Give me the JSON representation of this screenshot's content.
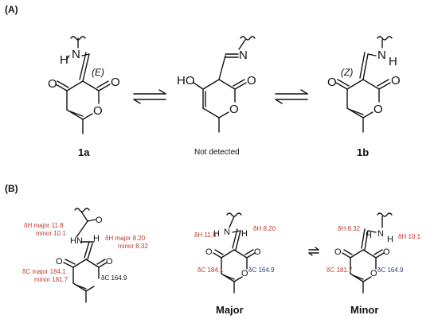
{
  "panel_a": {
    "label": "(A)",
    "structures": [
      {
        "atoms": [
          "N",
          "H",
          "O",
          "O",
          "O"
        ],
        "stereo_tag": "(E)",
        "compound_label": "1a"
      },
      {
        "atoms": [
          "HO",
          "N",
          "O",
          "O"
        ],
        "compound_label": "",
        "caption": "Not detected"
      },
      {
        "atoms": [
          "N",
          "H",
          "O",
          "O",
          "O"
        ],
        "stereo_tag": "(Z)",
        "compound_label": "1b"
      }
    ]
  },
  "panel_b": {
    "label": "(B)",
    "left": {
      "atoms": [
        "HN",
        "H",
        "O",
        "O",
        "O"
      ],
      "annotations": {
        "dh_left": "δH major 11.8",
        "dh_left_2": "minor 10.1",
        "dh_right": "δH major 8.20",
        "dh_right_2": "minor 8.32",
        "dc_left": "δC major 184.1",
        "dc_left_2": "minor 181.7",
        "dc_right": "δC 164.9"
      }
    },
    "major": {
      "label": "Major",
      "atoms": [
        "H",
        "N",
        "H",
        "O",
        "O",
        "O"
      ],
      "annotations": {
        "dh_nh": "δH 11.8",
        "dh_ch": "δH 8.20",
        "dc_co": "δC 184.1",
        "dc_lac": "δC 164.9"
      }
    },
    "minor": {
      "label": "Minor",
      "atoms": [
        "H",
        "N",
        "H",
        "O",
        "O",
        "O"
      ],
      "annotations": {
        "dh_ch": "δH 8.32",
        "dh_nh": "δH 10.1",
        "dc_co": "δC 181.7",
        "dc_lac": "δC 164.9"
      }
    }
  },
  "colors": {
    "annotation_red": "#c0392b",
    "annotation_blue": "#2c3e70",
    "ink": "#111111"
  }
}
